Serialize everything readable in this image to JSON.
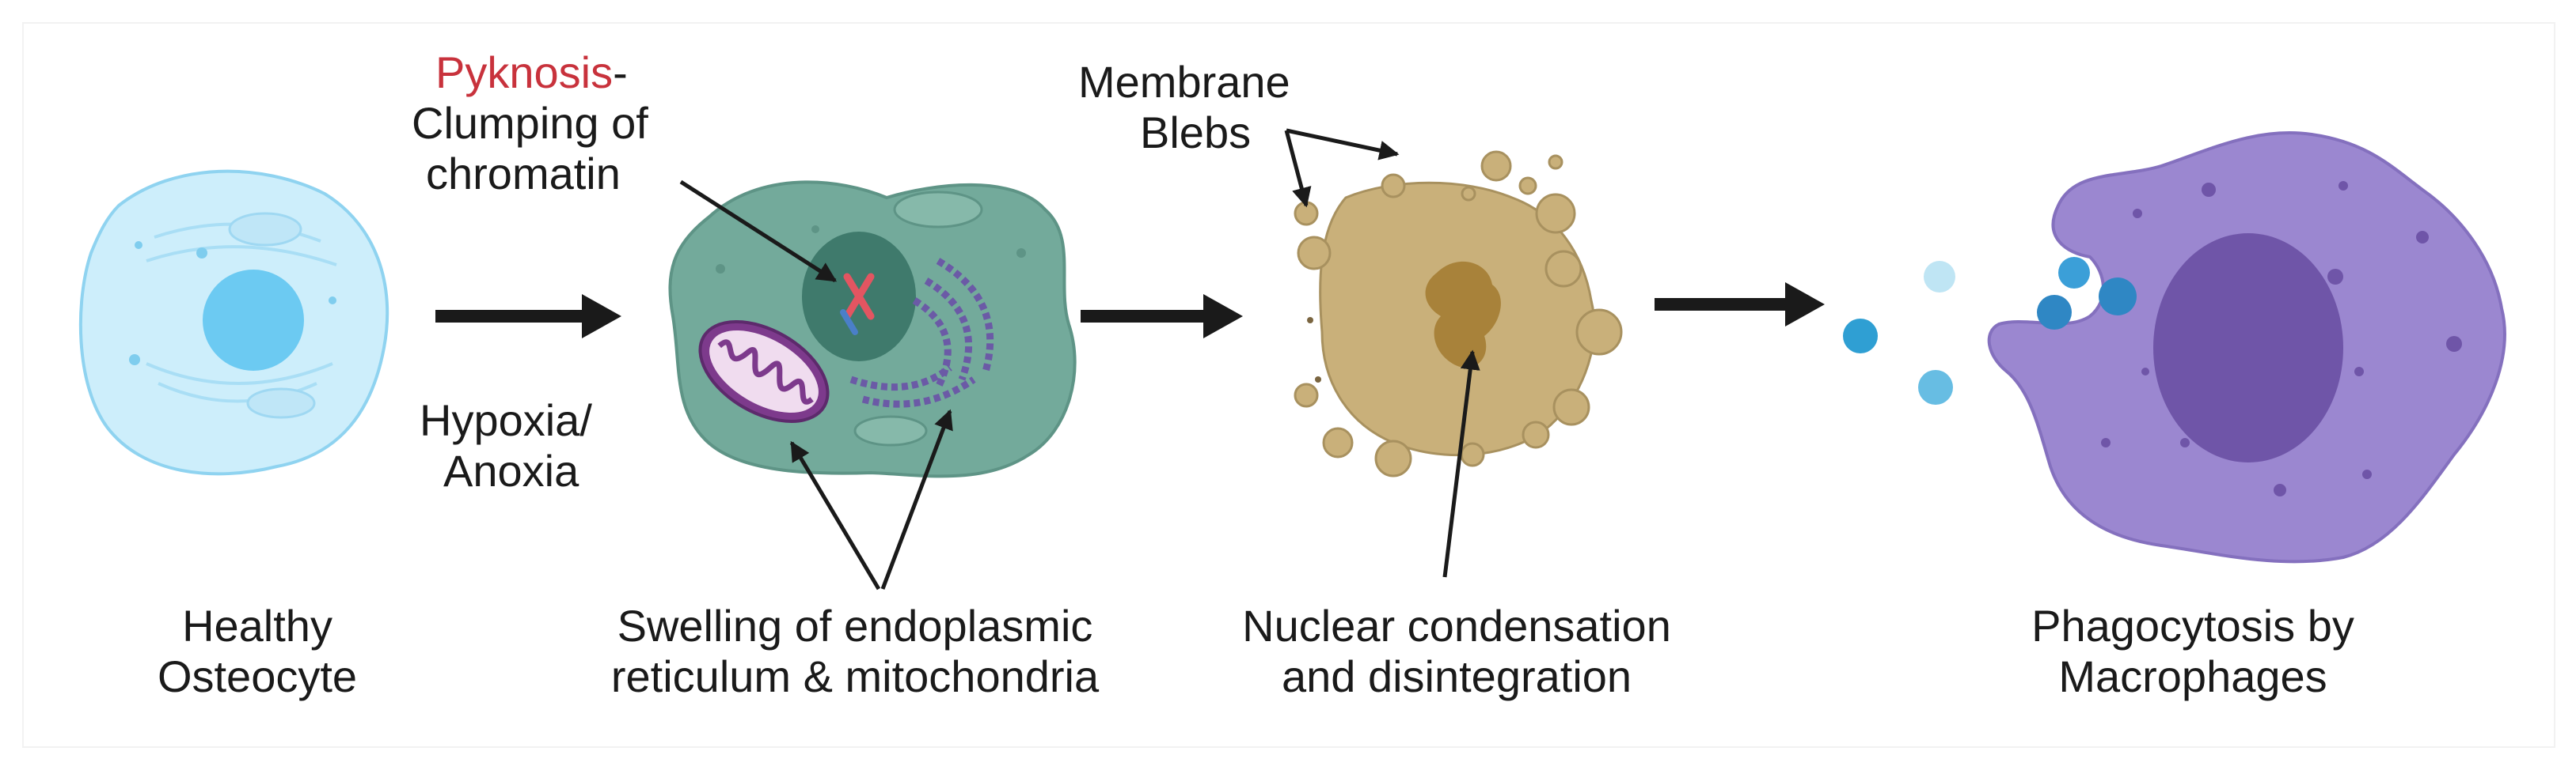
{
  "labels": {
    "pyknosis": "Pyknosis",
    "pyknosis_dash": "-",
    "clumping_line1": "Clumping of",
    "clumping_line2": "chromatin",
    "membrane_line1": "Membrane",
    "membrane_line2": "Blebs",
    "hypoxia_line1": "Hypoxia/",
    "hypoxia_line2": "Anoxia",
    "healthy_line1": "Healthy",
    "healthy_line2": "Osteocyte",
    "swelling_line1": "Swelling of endoplasmic",
    "swelling_line2": "reticulum & mitochondria",
    "nuclear_line1": "Nuclear condensation",
    "nuclear_line2": "and disintegration",
    "phago_line1": "Phagocytosis by",
    "phago_line2": "Macrophages"
  },
  "colors": {
    "healthy_cell": "#cdeefb",
    "healthy_nucleus": "#6ccaf2",
    "swollen_cell": "#73aa9b",
    "swollen_nucleus": "#3f7a6c",
    "mitochondrion": "#7d3a8c",
    "necrotic_debris": "#c9b07a",
    "necrotic_nucleus": "#a8823a",
    "macrophage": "#9b87d0",
    "macrophage_nucleus": "#6f55a8",
    "vesicle": "#2f9fd3",
    "pyknosis_text": "#c8323c"
  }
}
